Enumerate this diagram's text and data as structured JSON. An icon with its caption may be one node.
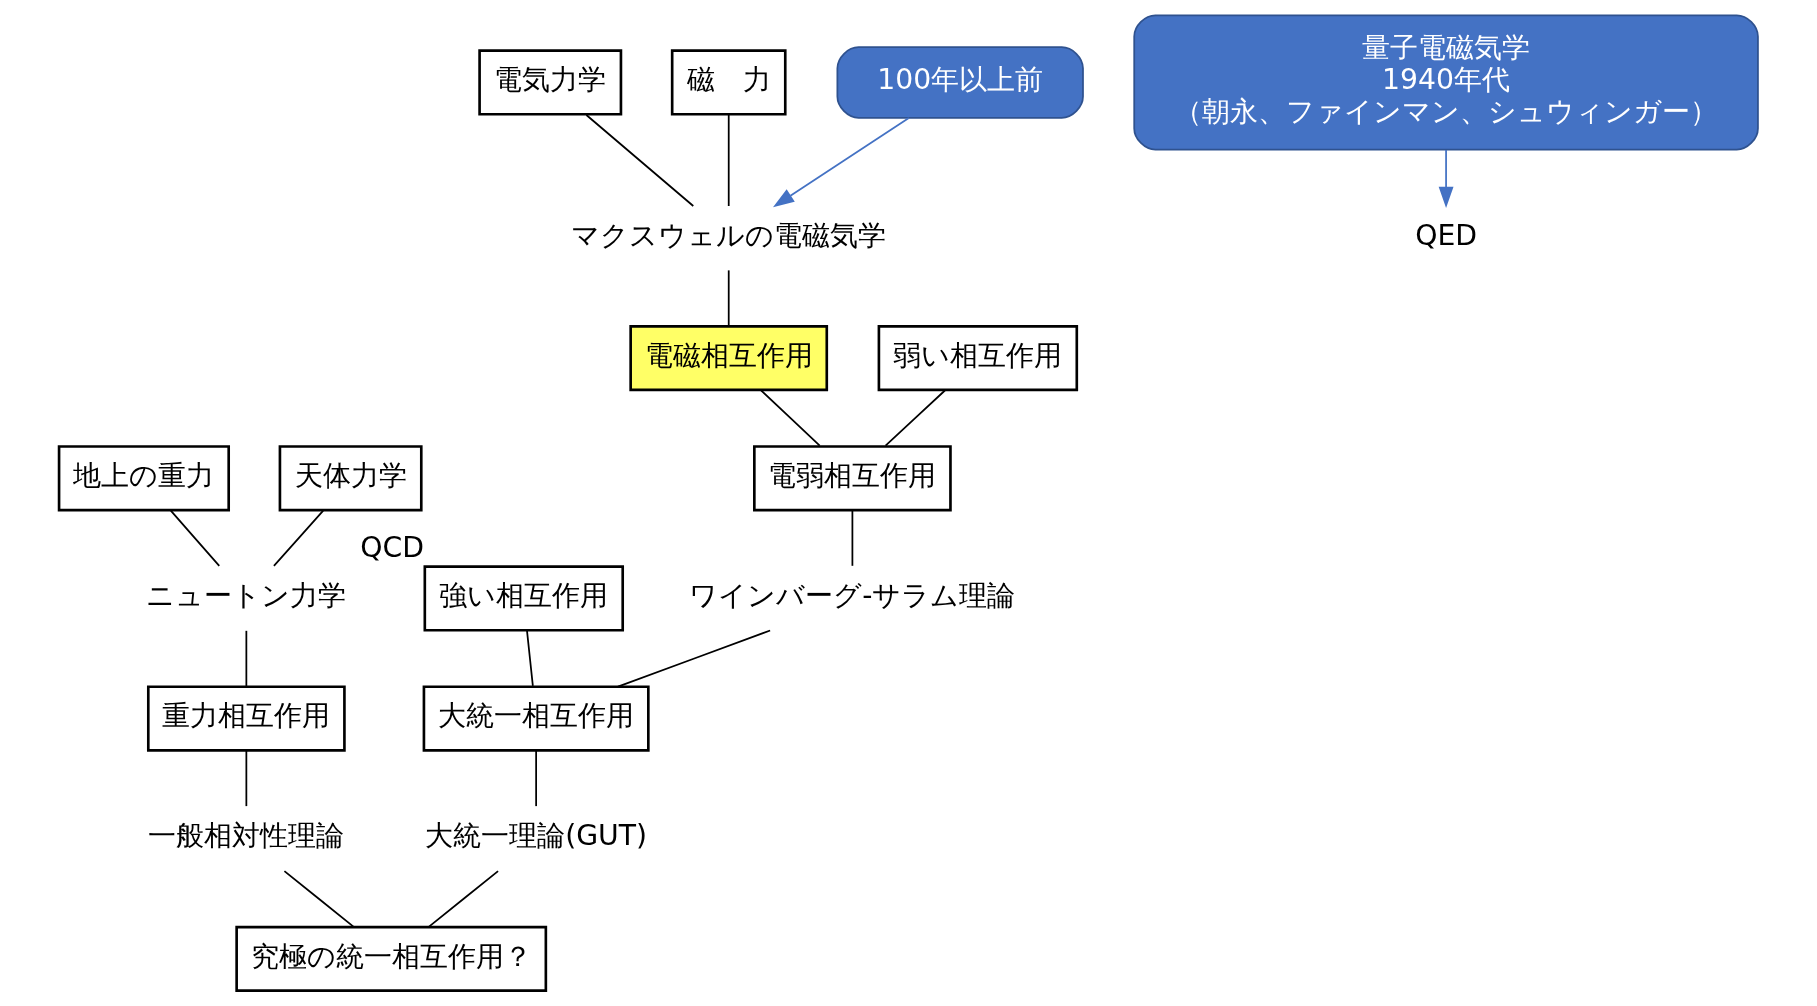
{
  "diagram": {
    "nodes": [
      {
        "text": [
          "地上の重力"
        ]
      },
      {
        "text": [
          "天体力学"
        ]
      },
      {
        "text": [
          "電気力学"
        ]
      },
      {
        "text": [
          "磁　力"
        ]
      },
      {
        "text": [
          "100年以上前"
        ]
      },
      {
        "text": [
          "ニュートン力学"
        ]
      },
      {
        "text": [
          "マクスウェルの電磁気学"
        ]
      },
      {
        "text": [
          "重力相互作用"
        ]
      },
      {
        "text": [
          "電磁相互作用"
        ]
      },
      {
        "text": [
          "弱い相互作用"
        ]
      },
      {
        "text": [
          "強い相互作用"
        ],
        "beside": [
          "QCD"
        ]
      },
      {
        "text": [
          "一般相対性理論"
        ]
      },
      {
        "text": [
          "QED"
        ]
      },
      {
        "text": [
          "電弱相互作用"
        ]
      },
      {
        "text": [
          "ワインバーグ-サラム理論"
        ]
      },
      {
        "text": [
          "量子電磁気学",
          "1940年代",
          "（朝永、ファインマン、シュウィンガー）"
        ]
      },
      {
        "text": [
          "大統一相互作用"
        ]
      },
      {
        "text": [
          "大統一理論(GUT)"
        ]
      },
      {
        "text": [
          "究極の統一相互作用？"
        ]
      }
    ],
    "edges": [
      {
        "from": 0,
        "to": 5,
        "arrow": "none"
      },
      {
        "from": 1,
        "to": 5,
        "arrow": "none"
      },
      {
        "from": 2,
        "to": 6,
        "arrow": "none"
      },
      {
        "from": 3,
        "to": 6,
        "arrow": "none"
      },
      {
        "from": 4,
        "to": 6,
        "arrow": "to",
        "color": "#4472c4"
      },
      {
        "from": 5,
        "to": 7,
        "arrow": "none"
      },
      {
        "from": 6,
        "to": 8,
        "arrow": "none"
      },
      {
        "from": 7,
        "to": 11,
        "arrow": "none"
      },
      {
        "from": 15,
        "to": 12,
        "arrow": "to",
        "color": "#4472c4"
      },
      {
        "from": 8,
        "to": 13,
        "arrow": "none"
      },
      {
        "from": 9,
        "to": 13,
        "arrow": "none"
      },
      {
        "from": 13,
        "to": 14,
        "arrow": "none"
      },
      {
        "from": 14,
        "to": 16,
        "arrow": "none"
      },
      {
        "from": 10,
        "to": 16,
        "arrow": "none"
      },
      {
        "from": 16,
        "to": 17,
        "arrow": "none"
      },
      {
        "from": 11,
        "to": 18,
        "arrow": "none"
      },
      {
        "from": 17,
        "to": 18,
        "arrow": "none"
      }
    ]
  }
}
